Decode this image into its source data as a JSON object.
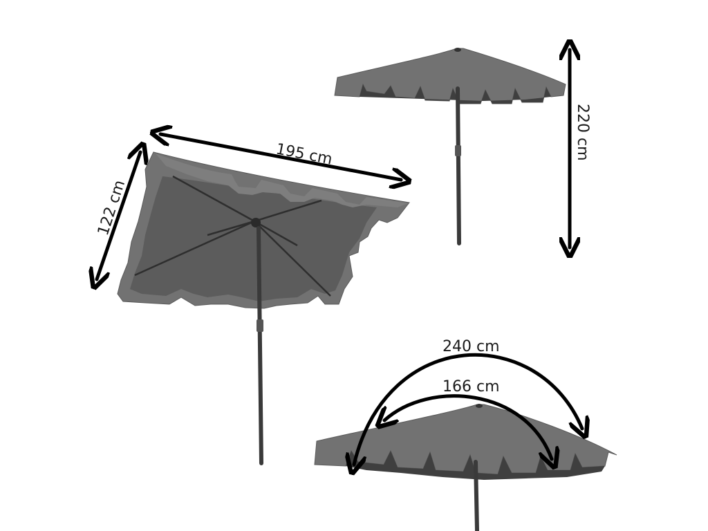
{
  "dimensions": {
    "width_label": "195 cm",
    "depth_label": "122 cm",
    "height_label": "220 cm",
    "outer_arc_label": "240 cm",
    "inner_arc_label": "166 cm"
  },
  "colors": {
    "canopy": "#727272",
    "canopy_dark": "#3f3f3f",
    "pole": "#3a3a3a",
    "arrow": "#000000",
    "background": "#ffffff"
  }
}
